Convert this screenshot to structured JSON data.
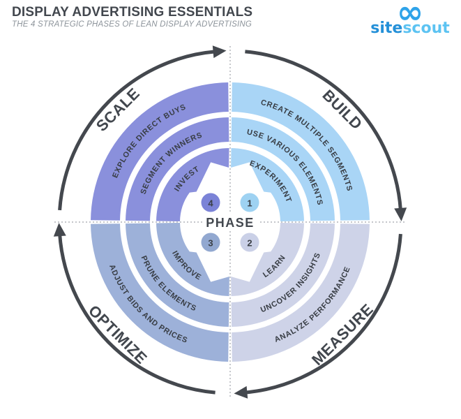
{
  "header": {
    "title": "DISPLAY ADVERTISING ESSENTIALS",
    "subtitle": "THE 4 STRATEGIC PHASES OF LEAN DISPLAY ADVERTISING"
  },
  "logo": {
    "infinity": "∞",
    "site": "site",
    "scout": "scout",
    "site_color": "#2490d8",
    "scout_color": "#5cc3f2"
  },
  "center_label": "PHASE",
  "quadrants": [
    {
      "id": "build",
      "label": "BUILD",
      "phase_number": "1",
      "color": "#a9d5f6",
      "circle_color": "#9ed2f2",
      "rings": {
        "outer": "CREATE MULTIPLE SEGMENTS",
        "middle": "USE VARIOUS ELEMENTS",
        "inner": "EXPERIMENT"
      }
    },
    {
      "id": "measure",
      "label": "MEASURE",
      "phase_number": "2",
      "color": "#ced3e8",
      "circle_color": "#cad0e7",
      "rings": {
        "outer": "ANALYZE PERFORMANCE",
        "middle": "UNCOVER INSIGHTS",
        "inner": "LEARN"
      }
    },
    {
      "id": "optimize",
      "label": "OPTIMIZE",
      "phase_number": "3",
      "color": "#9db1d9",
      "circle_color": "#92a8d0",
      "rings": {
        "outer": "ADJUST BIDS AND PRICES",
        "middle": "PRUNE ELEMENTS",
        "inner": "IMPROVE"
      }
    },
    {
      "id": "scale",
      "label": "SCALE",
      "phase_number": "4",
      "color": "#8a90dc",
      "circle_color": "#7b83d7",
      "rings": {
        "outer": "EXPLORE DIRECT BUYS",
        "middle": "SEGMENT WINNERS",
        "inner": "INVEST"
      }
    }
  ],
  "colors": {
    "cycle_arrow": "#44484e",
    "dotted_line": "#a0a4aa",
    "ring_text": "#383d44"
  }
}
